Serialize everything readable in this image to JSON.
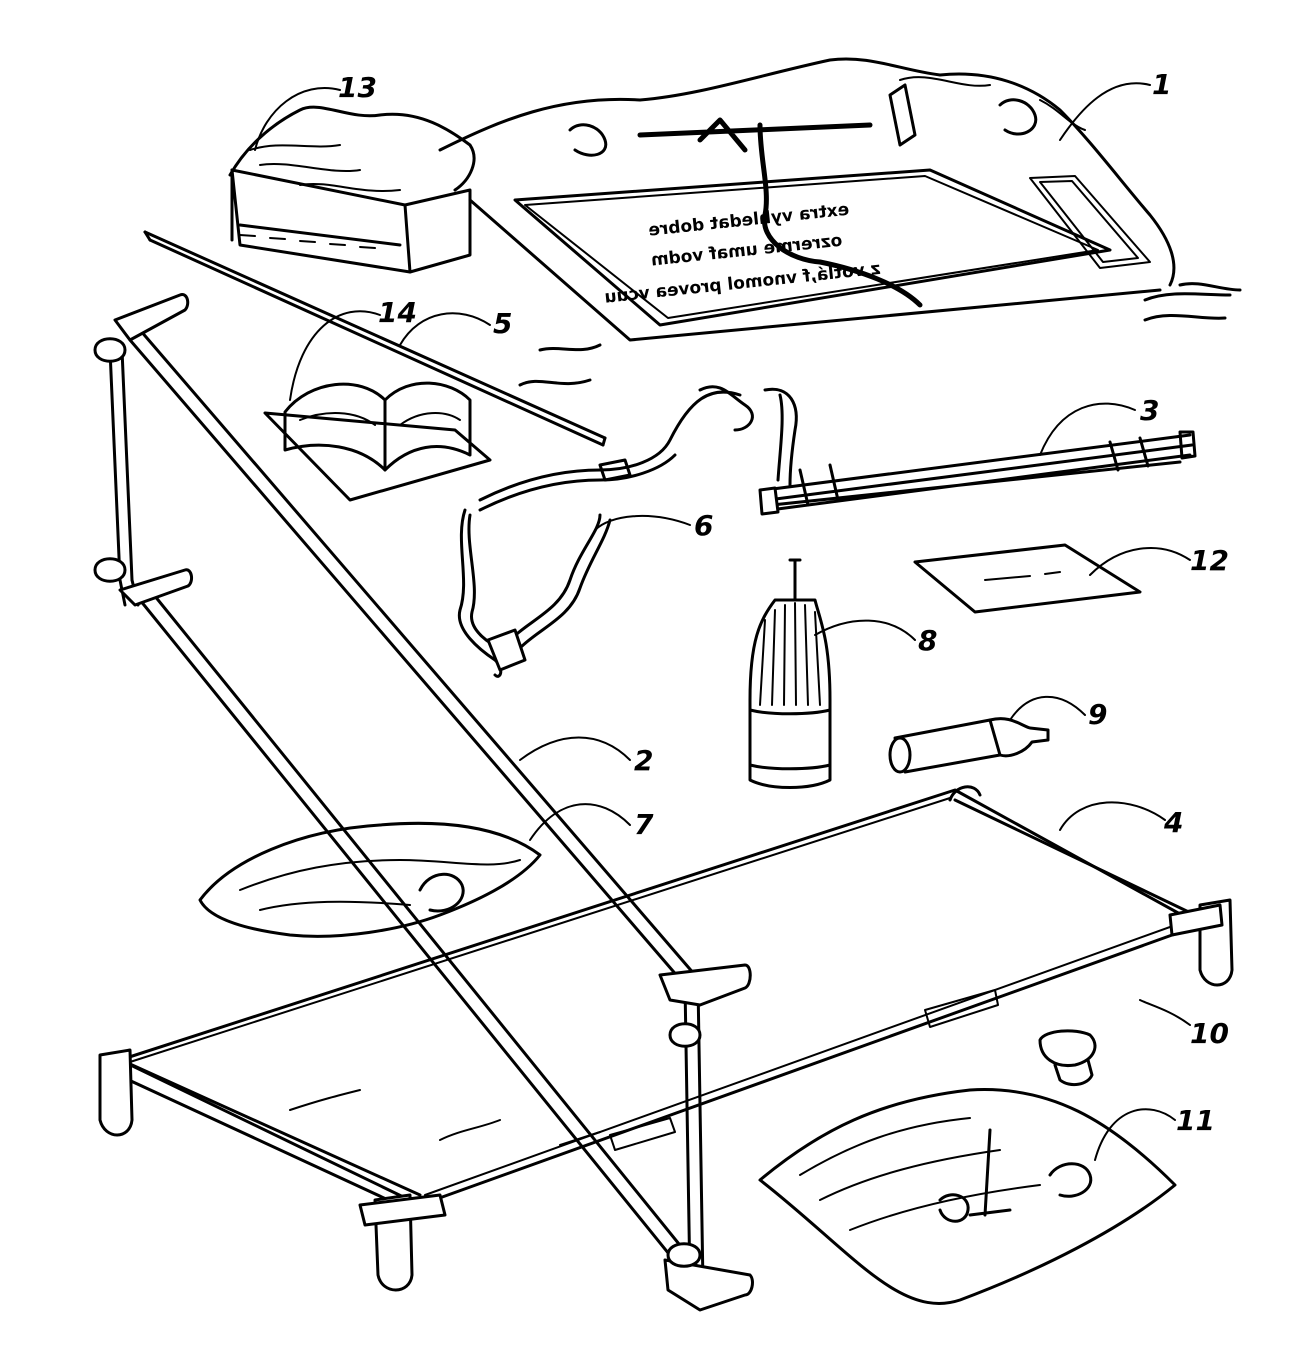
{
  "diagram": {
    "colors": {
      "ink": "#000000",
      "paper": "#ffffff"
    },
    "mat_text": [
      "extra vyhledat dobre",
      "ozrerme umaf vodm",
      "z votlá,f vnomol provea vcuu"
    ],
    "labels": {
      "l1": "1",
      "l2": "2",
      "l3": "3",
      "l4": "4",
      "l5": "5",
      "l6": "6",
      "l7": "7",
      "l8": "8",
      "l9": "9",
      "l10": "10",
      "l11": "11",
      "l12": "12",
      "l13": "13",
      "l14": "14"
    }
  }
}
